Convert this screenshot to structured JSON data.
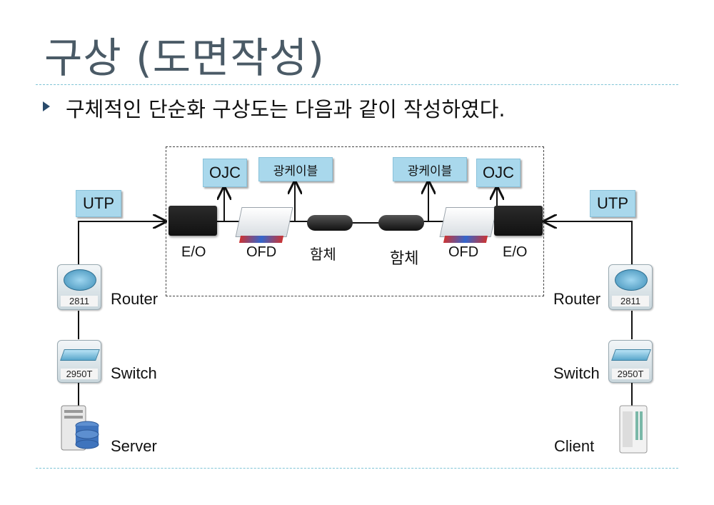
{
  "title": "구상 (도면작성)",
  "subtitle": "구체적인 단순화 구상도는 다음과 같이 작성하였다.",
  "tags": {
    "utp_left": "UTP",
    "utp_right": "UTP",
    "ojc_left": "OJC",
    "ojc_right": "OJC",
    "cable_left": "광케이블",
    "cable_right": "광케이블"
  },
  "components": {
    "eo_left": "E/O",
    "ofd_left": "OFD",
    "closure_left": "함체",
    "closure_right": "함체",
    "ofd_right": "OFD",
    "eo_right": "E/O"
  },
  "left_stack": {
    "router_label": "Router",
    "router_model": "2811",
    "switch_label": "Switch",
    "switch_model": "2950T",
    "end_label": "Server"
  },
  "right_stack": {
    "router_label": "Router",
    "router_model": "2811",
    "switch_label": "Switch",
    "switch_model": "2950T",
    "end_label": "Client"
  },
  "colors": {
    "tag_fill": "#a9d8ec",
    "rule_line": "#7fc4d6",
    "title": "#4a5a66"
  }
}
